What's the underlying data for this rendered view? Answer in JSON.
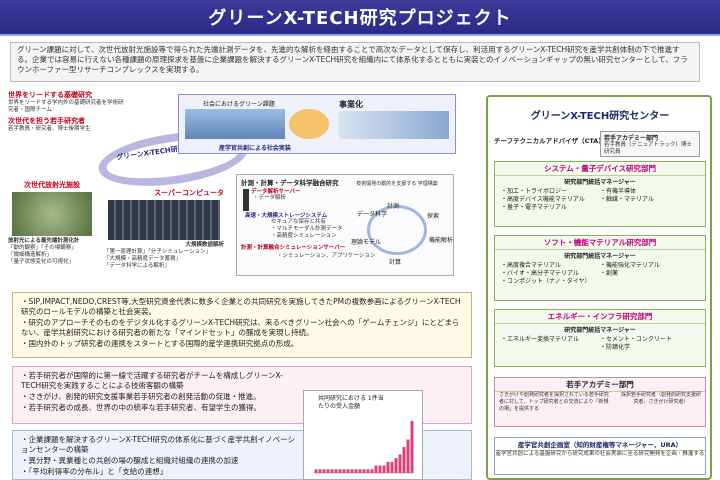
{
  "title": "グリーンX-TECH研究プロジェクト",
  "intro": "グリーン課題に対して、次世代放射光施設等で得られた先端計測データを、先進的な解析を経由することで高次なデータとして保存し、利活用するグリーンX-TECH研究を産学共創体制の下で推進する。企業では容易に行えない各種課題の原理探求を基盤に企業課題を解決するグリーンX-TECH研究を組織内にて体系化するとともに実装とのイノベーションギャップの無い研究センターとして、フラウンホーファー型リサーチコンプレックスを実現する。",
  "left": {
    "lead_title": "世界をリードする基礎研究",
    "lead_text": "世界をリードする学内外の基礎研究者を学術研究者・国際チーム",
    "next_title": "次世代を担う若手研究者",
    "next_text": "若手教員・研究者、博士後期学生",
    "center_label": "グリーンX-TECH研究",
    "social": "社会におけるグリーン課題",
    "jigyoka": "事業化",
    "sangaku": "産学官共創による社会実装",
    "synchrotron_title": "次世代放射光施設",
    "synchrotron_caption": "放射光による最先端計測化計",
    "synchrotron_items": [
      "「動的観察」「その場観察」",
      "「微細構造解析」",
      "「量子状態変化の可視化」"
    ],
    "super_title": "スーパーコンピュータ",
    "bigdata_title": "大規模数値解析",
    "bigdata_items": [
      "「第一原理計算」「分子シミュレーション」",
      "「大規模・高精度データ蓄積」",
      "「データ科学による解析」"
    ],
    "calc_title": "計測・計算・データ科学融合研究",
    "data_server": "データ解析サーバー",
    "data_analysis": "・データ解析",
    "storage": "高速・大規模ストレージシステム",
    "storage_items": [
      "セキュアな保存と共有",
      "・マルチモーダル計測データ",
      "・高精度シミュレーション"
    ],
    "sim_platform": "計測・計算融合シミュレーションサーバー",
    "sim_items": [
      "・シミュレーション、アプリケーション"
    ],
    "cycle": [
      "計測",
      "データ科学",
      "探索",
      "計算",
      "機能解析",
      "理論モデル"
    ],
    "cycle_note": "技術開発の動的を支援する 学理構築"
  },
  "right": {
    "center_title": "グリーンX-TECH研究センター",
    "cta": "チーフテクニカルアドバイザ（CTA）",
    "academy_top": "若手アカデミー部門",
    "academy_top_text": "若手教員（テニュアトラック）博士研究員",
    "sections": [
      {
        "title": "システム・量子デバイス研究部門",
        "sub": "研究部門統括マネージャー",
        "items": [
          "・加工・トライボロジー",
          "・有機半導体",
          "・高度デバイス機能マテリアル",
          "・触媒・マテリアル",
          "・量子・電子マテリアル",
          ""
        ]
      },
      {
        "title": "ソフト・機能マテリアル研究部門",
        "sub": "研究部門統括マネージャー",
        "items": [
          "・高度複合マテリアル",
          "・機能強化マテリアル",
          "・バイオ・高分子マテリアル",
          "・創薬",
          "・コンポジット（ナノ・タイヤ）",
          ""
        ]
      },
      {
        "title": "エネルギー・インフラ研究部門",
        "sub": "研究部門統括マネージャー",
        "items": [
          "・エネルギー変換マテリアル",
          "・セメント・コンクリート",
          "",
          "・防錆化学"
        ]
      }
    ],
    "academy": "若手アカデミー部門",
    "academy_l": "さきがけや創発研究者を採択されている若手研究者に対して、トップ研究者との交流により「新規の場」を提供する",
    "academy_r": "採択若手研究者（創発的研究支援研究者、さきがけ研究者）",
    "coproduction": "産学官共創企画室（知的財産権等マネージャー、URA）",
    "coproduction_text": "産学官共創による基盤研究から研究成果の社会実装に至る研究開発を企画・推進する"
  },
  "bullets1": [
    "・SIP,IMPACT,NEDO,CREST等,大型研究資金代表に数多く企業との共同研究を実施してきたPMの複数参画によるグリーンX-TECH研究のロールモデルの構築と社会実装。",
    "・研究のアプローチそのものをデジタル化するグリーンX-TECH研究は、来るべきグリーン社会への「ゲームチェンジ」にとどまらない、産学共創研究における研究者の新たな「マインドセット」の醸成を実現し持続。",
    "・国内外のトップ研究者の連携をスタートとする国際的産学連携研究拠点の形成。"
  ],
  "bullets2": [
    "・若手研究者が国際的に第一線で活躍する研究者がチームを構成しグリーンX-TECH研究を実践することによる技術客観の構築",
    "・さきがけ、創発的研究支援事業若手研究者の創発活動の促進・推進。",
    "・若手研究者の成長、世界の中の統率な若手研究者、有望学生の獲得。"
  ],
  "bullets3": [
    "・企業課題を解決するグリーンX-TECH研究の体系化に基づく産学共創イノベーションセンターの構築",
    "・異分野・異業種との共創の場の醸成と組織対組織の連携の加速",
    "・「平均利得率の分布ル」と「支給の連想」"
  ],
  "chart_data": {
    "type": "bar",
    "title": "共同研究における 1件当たりの受入金額",
    "categories": [],
    "values": [
      1,
      1,
      1,
      1,
      1,
      1,
      1,
      1,
      1,
      1,
      1,
      1,
      1,
      1,
      1,
      2,
      2,
      2,
      3,
      3,
      4,
      5,
      7,
      9,
      14
    ],
    "xlabel": "",
    "ylabel": ""
  },
  "colors": {
    "header": "#2c2a86",
    "accent_red": "#c0001a",
    "pink": "#c0007a",
    "green": "#7aa24a"
  }
}
